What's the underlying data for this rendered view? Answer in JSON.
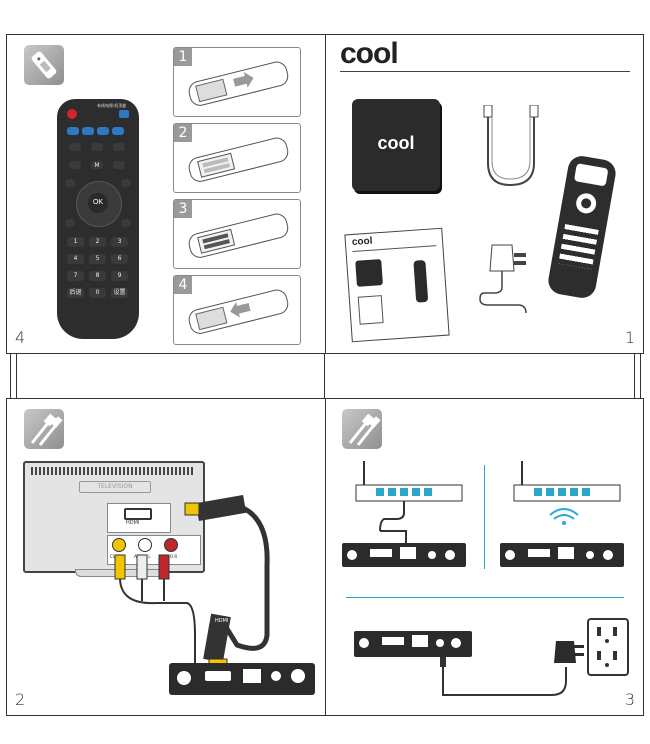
{
  "page_numbers": {
    "p1": "1",
    "p2": "2",
    "p3": "3",
    "p4": "4"
  },
  "steps": [
    "1",
    "2",
    "3",
    "4"
  ],
  "brand": {
    "logo_text": "cool",
    "box_logo": "cool"
  },
  "remote": {
    "top_label": "有线电视/机顶盒",
    "digits": [
      "1",
      "2",
      "3",
      "4",
      "5",
      "6",
      "7",
      "8",
      "9"
    ],
    "bottom_row": [
      "后退",
      "0",
      "设置"
    ],
    "ok": "OK",
    "m": "M"
  },
  "tv": {
    "label": "TELEVISION",
    "hdmi": "HDMI",
    "cvbs": "CVBS",
    "audio_l": "AUDIO L",
    "audio_r": "AUDIO R",
    "cable_hdmi": "HDMI"
  },
  "colors": {
    "accent": "#2aa6c6",
    "wifi": "#29a8df",
    "red_jack": "#c0272d",
    "yellow_jack": "#f2c500"
  }
}
